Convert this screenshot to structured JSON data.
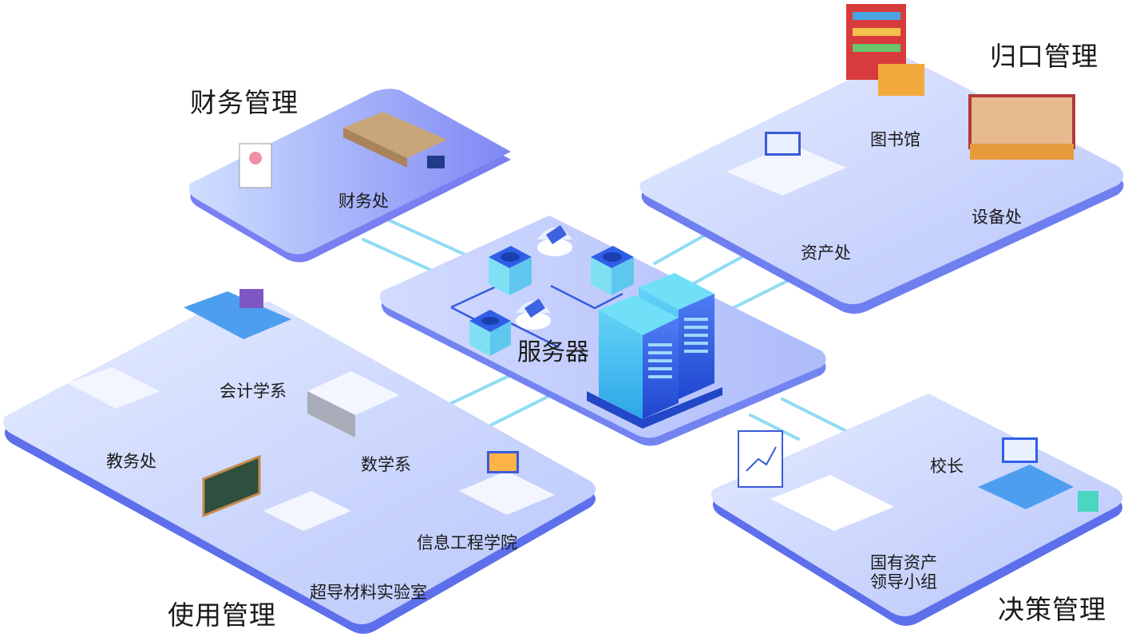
{
  "groups": {
    "finance": {
      "title": "财务管理",
      "units": [
        "财务处"
      ]
    },
    "centralized": {
      "title": "归口管理",
      "units": [
        "图书馆",
        "设备处",
        "资产处"
      ]
    },
    "usage": {
      "title": "使用管理",
      "units": [
        "会计学系",
        "教务处",
        "数学系",
        "信息工程学院",
        "超导材料实验室"
      ]
    },
    "decision": {
      "title": "决策管理",
      "units": [
        "校长",
        "国有资产",
        "领导小组"
      ]
    }
  },
  "server": {
    "label": "服务器"
  },
  "colors": {
    "platform": "#c9d3ff",
    "platform_edge": "#6f7ff0",
    "link": "#7fd4f2",
    "server_blue": "#2f5fe6",
    "server_cyan": "#67d9f5"
  }
}
